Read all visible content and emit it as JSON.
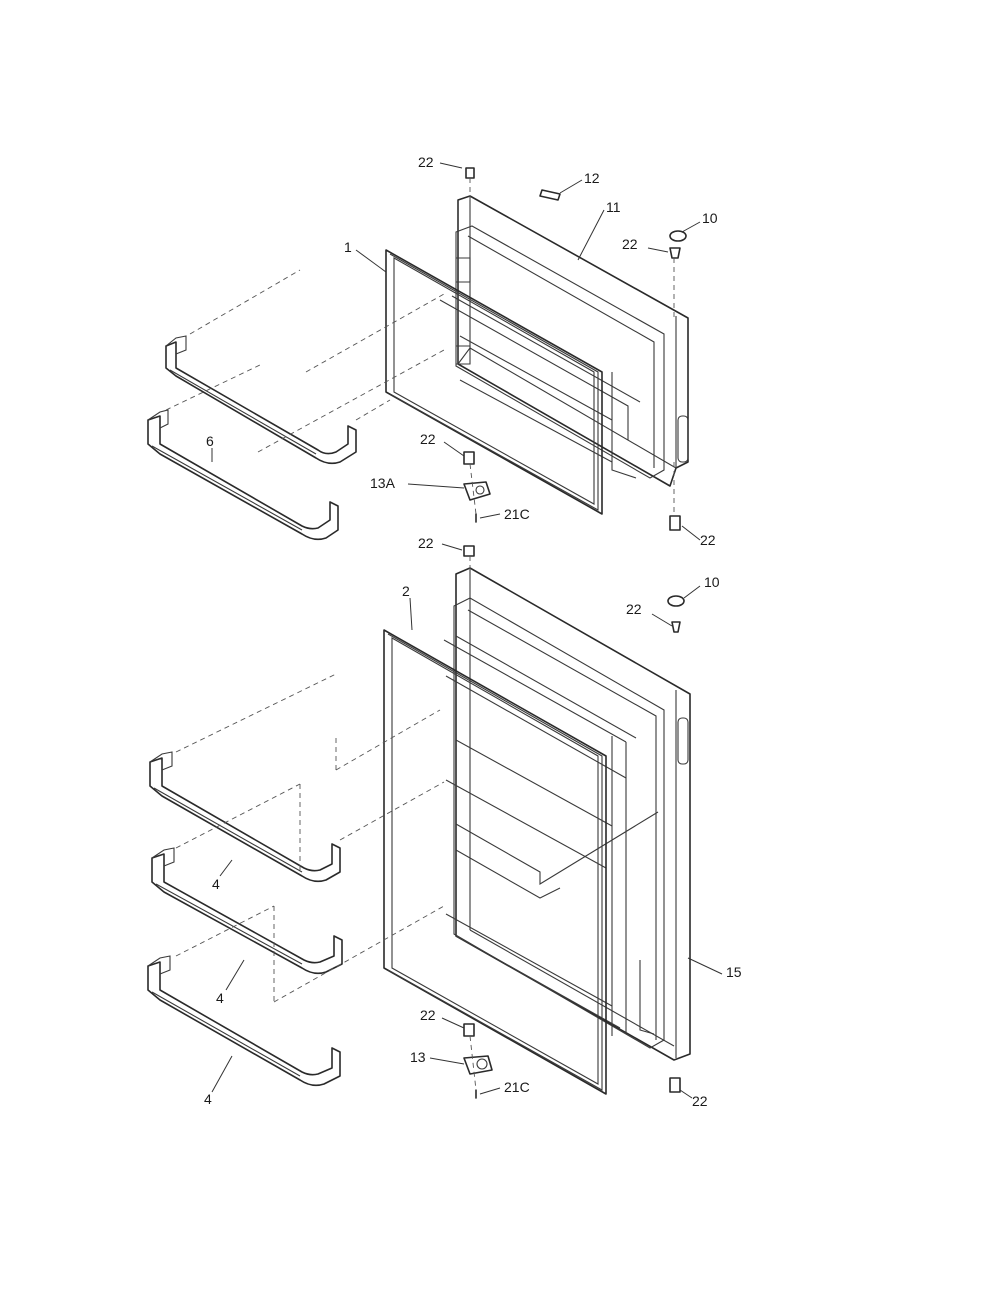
{
  "callouts": {
    "c22_top": "22",
    "c12": "12",
    "c11": "11",
    "c10_top": "10",
    "c22_right_top": "22",
    "c1": "1",
    "c6": "6",
    "c22_mid": "22",
    "c13A": "13A",
    "c21C_top": "21C",
    "c22_right_mid": "22",
    "c22_fresh_top": "22",
    "c10_bottom": "10",
    "c22_right_low": "22",
    "c2": "2",
    "c4_a": "4",
    "c4_b": "4",
    "c4_c": "4",
    "c15": "15",
    "c22_bottom_mid": "22",
    "c13": "13",
    "c21C_bottom": "21C",
    "c22_bottom_right": "22"
  }
}
